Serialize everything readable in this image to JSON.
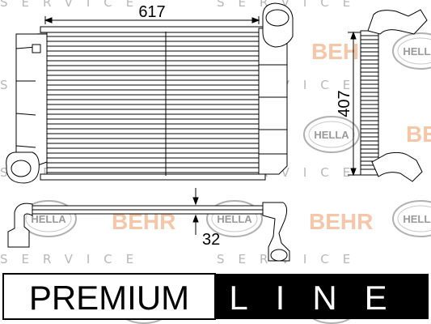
{
  "dimensions": {
    "width": "617",
    "height": "407",
    "depth": "32"
  },
  "banner": {
    "premium": "PREMIUM",
    "line": "LINE"
  },
  "watermarks": {
    "behr": "BEHR",
    "hella": "HELLA",
    "service": "SERVICE"
  },
  "colors": {
    "behr_orange": "#f2b48c",
    "banner_black": "#000000"
  }
}
